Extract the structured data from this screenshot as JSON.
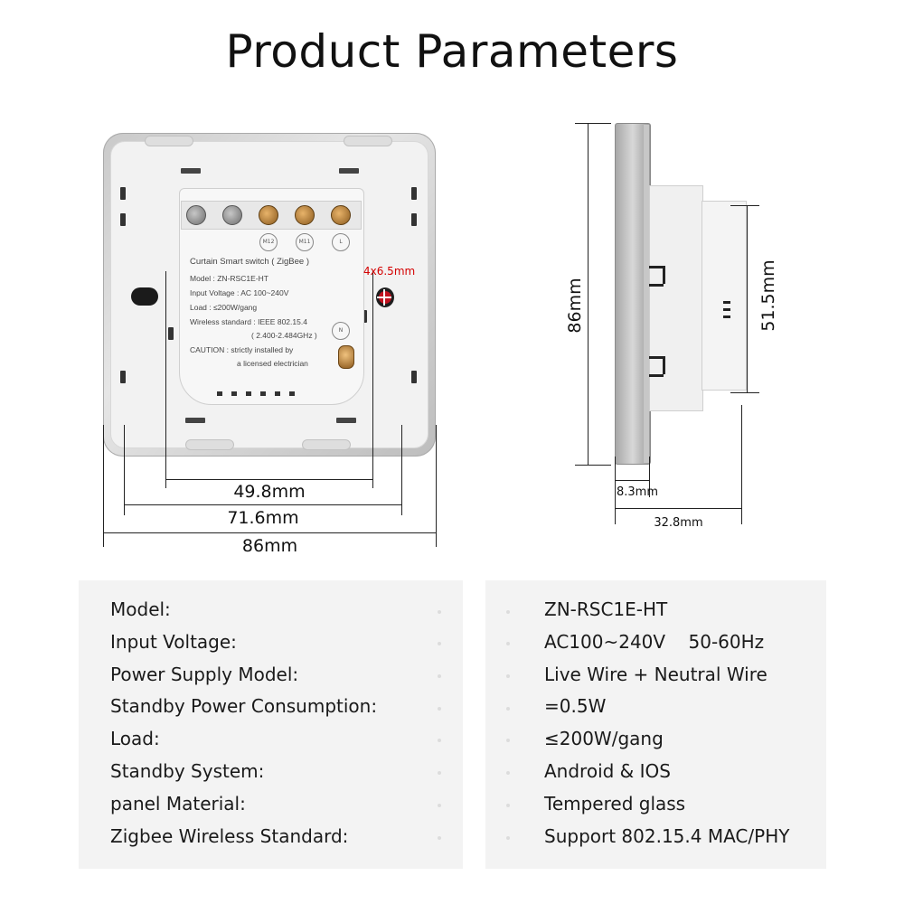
{
  "title": "Product Parameters",
  "back_view": {
    "terminals": [
      "M12",
      "M11",
      "L",
      "N"
    ],
    "label_lines": [
      "Curtain Smart switch ( ZigBee )",
      "Model : ZN-RSC1E-HT",
      "Input Voltage : AC 100~240V",
      "Load : ≤200W/gang",
      "Wireless standard : IEEE 802.15.4",
      "( 2.400-2.484GHz )",
      "CAUTION : strictly installed by",
      "a licensed electrician"
    ],
    "hole_callout": "4x6.5mm",
    "dimensions": {
      "inner": "49.8mm",
      "middle": "71.6mm",
      "outer": "86mm"
    }
  },
  "side_view": {
    "height": "86mm",
    "body_height": "51.5mm",
    "plate_depth": "8.3mm",
    "total_depth": "32.8mm"
  },
  "parameters": [
    {
      "label": "Model:",
      "value": "ZN-RSC1E-HT"
    },
    {
      "label": "Input Voltage:",
      "value": "AC100~240V    50-60Hz"
    },
    {
      "label": "Power Supply Model:",
      "value": "Live Wire + Neutral Wire"
    },
    {
      "label": "Standby Power Consumption:",
      "value": "=0.5W"
    },
    {
      "label": "Load:",
      "value": "≤200W/gang"
    },
    {
      "label": "Standby System:",
      "value": "Android & IOS"
    },
    {
      "label": "panel Material:",
      "value": "Tempered glass"
    },
    {
      "label": "Zigbee Wireless Standard:",
      "value": "Support 802.15.4 MAC/PHY"
    }
  ]
}
